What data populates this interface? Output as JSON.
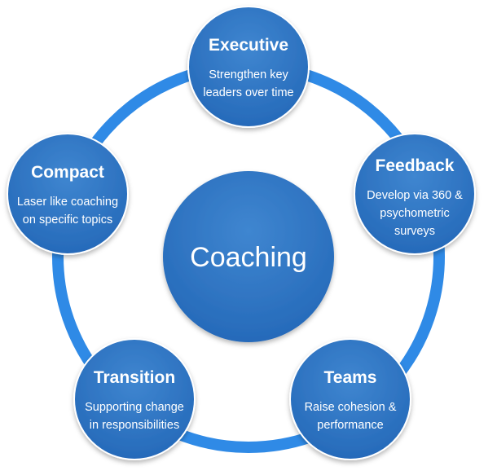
{
  "colors": {
    "ring": "#2f8ae6",
    "node_fill_top": "#3f86d0",
    "node_fill_bottom": "#2468b8",
    "node_stroke": "#ffffff",
    "text": "#ffffff"
  },
  "center": {
    "label": "Coaching"
  },
  "nodes": [
    {
      "title": "Executive",
      "lines": [
        "Strengthen key",
        "leaders over time"
      ]
    },
    {
      "title": "Feedback",
      "lines": [
        "Develop via 360 &",
        "psychometric",
        "surveys"
      ]
    },
    {
      "title": "Teams",
      "lines": [
        "Raise cohesion &",
        "performance"
      ]
    },
    {
      "title": "Transition",
      "lines": [
        "Supporting change",
        "in responsibilities"
      ]
    },
    {
      "title": "Compact",
      "lines": [
        "Laser like coaching",
        "on specific topics"
      ]
    }
  ]
}
